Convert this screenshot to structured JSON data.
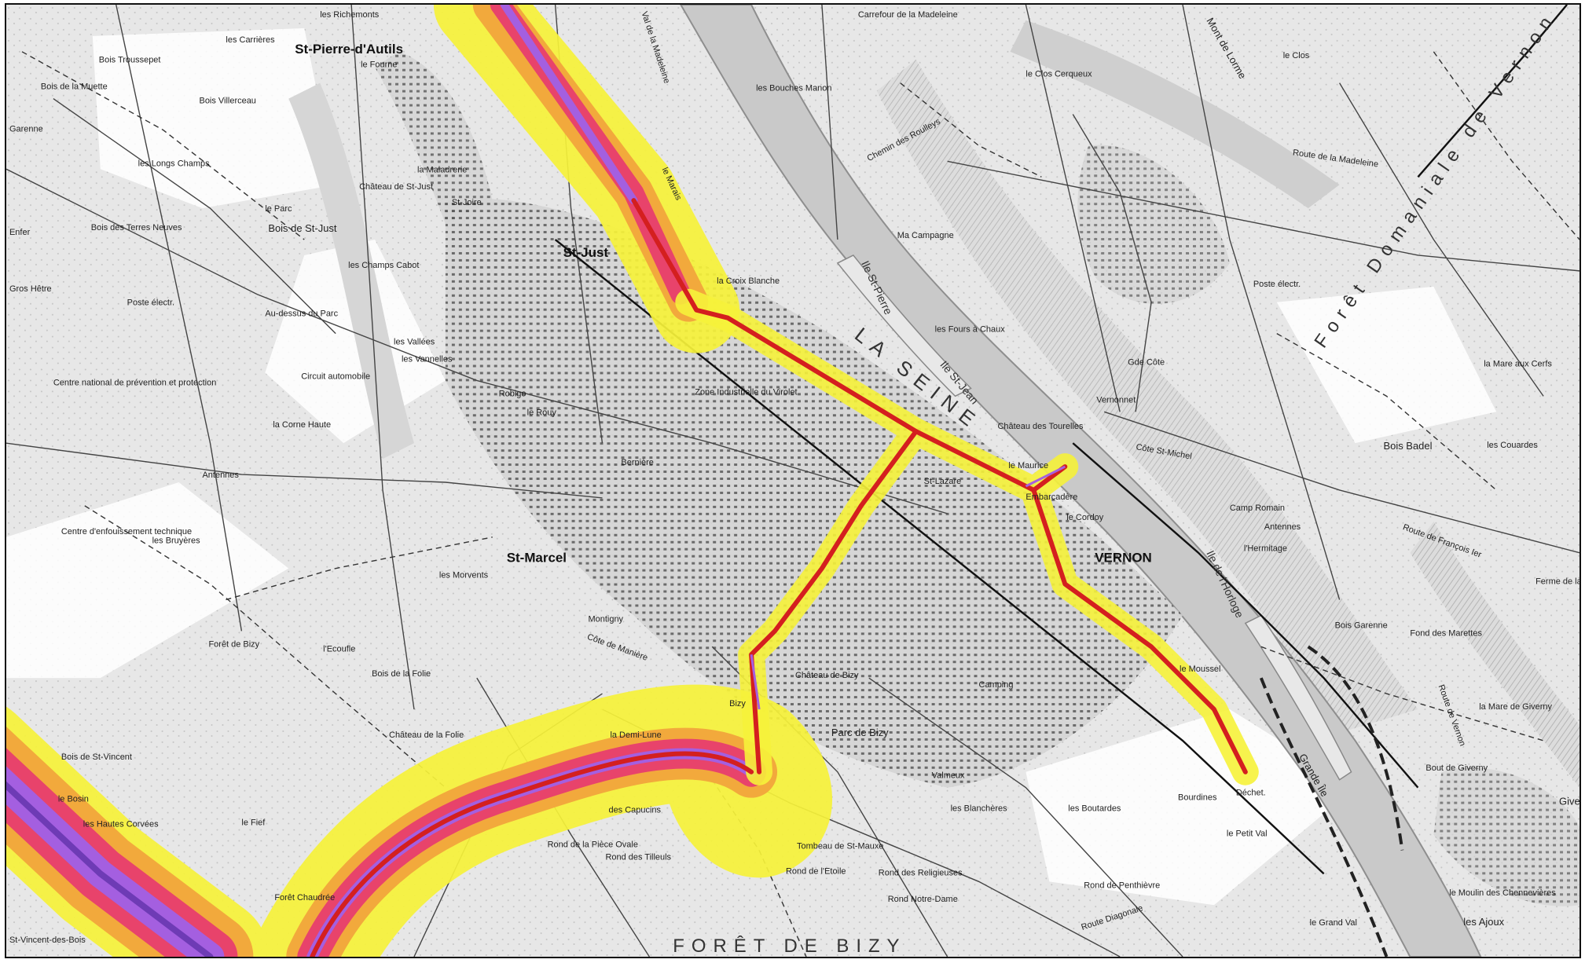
{
  "map": {
    "towns": [
      {
        "id": "st-pierre",
        "text": "St-Pierre-d'Autils"
      },
      {
        "id": "st-just",
        "text": "St-Just"
      },
      {
        "id": "st-marcel",
        "text": "St-Marcel"
      },
      {
        "id": "vernon",
        "text": "VERNON"
      }
    ],
    "areas": [
      {
        "id": "foret-bizy",
        "text": "FORÊT  DE  BIZY"
      },
      {
        "id": "la-seine",
        "text": "LA SEINE"
      },
      {
        "id": "foret-domaniale",
        "text": "Forêt  Domaniale  de  Vernon"
      },
      {
        "id": "ile-st-pierre",
        "text": "Ile St-Pierre"
      },
      {
        "id": "ile-st-jean",
        "text": "Ile St-Jean"
      },
      {
        "id": "ile-horloge",
        "text": "Ile de l'Horloge"
      }
    ],
    "places": [
      {
        "id": "p1",
        "text": "les Richemonts"
      },
      {
        "id": "p2",
        "text": "les Carrières"
      },
      {
        "id": "p3",
        "text": "Bois Troussepet"
      },
      {
        "id": "p4",
        "text": "Bois de la Muette"
      },
      {
        "id": "p5",
        "text": "Bois Villerceau"
      },
      {
        "id": "p6",
        "text": "Garenne"
      },
      {
        "id": "p7",
        "text": "les Longs Champs"
      },
      {
        "id": "p8",
        "text": "Château de St-Just"
      },
      {
        "id": "p9",
        "text": "St-Joire"
      },
      {
        "id": "p10",
        "text": "le Parc"
      },
      {
        "id": "p11",
        "text": "Bois de St-Just"
      },
      {
        "id": "p12",
        "text": "Bois des Terres Neuves"
      },
      {
        "id": "p13",
        "text": "Enfer"
      },
      {
        "id": "p14",
        "text": "les Champs Cabot"
      },
      {
        "id": "p15",
        "text": "Gros Hêtre"
      },
      {
        "id": "p16",
        "text": "Poste électr."
      },
      {
        "id": "p17",
        "text": "Au-dessus du Parc"
      },
      {
        "id": "p18",
        "text": "les Vallées"
      },
      {
        "id": "p19",
        "text": "les Vannelles"
      },
      {
        "id": "p20",
        "text": "Centre national de prévention et protection"
      },
      {
        "id": "p21",
        "text": "Circuit automobile"
      },
      {
        "id": "p22",
        "text": "la Corne Haute"
      },
      {
        "id": "p23",
        "text": "Antennes"
      },
      {
        "id": "p24",
        "text": "Robigo"
      },
      {
        "id": "p25",
        "text": "le Rouy"
      },
      {
        "id": "p26",
        "text": "Bernière"
      },
      {
        "id": "p27",
        "text": "Centre d'enfouissement technique"
      },
      {
        "id": "p28",
        "text": "les Bruyères"
      },
      {
        "id": "p29",
        "text": "les Morvents"
      },
      {
        "id": "p30",
        "text": "Montigny"
      },
      {
        "id": "p31",
        "text": "Forêt de Bizy"
      },
      {
        "id": "p32",
        "text": "l'Ecoufle"
      },
      {
        "id": "p33",
        "text": "Bois de la Folie"
      },
      {
        "id": "p34",
        "text": "Château de la Folie"
      },
      {
        "id": "p35",
        "text": "Bois de St-Vincent"
      },
      {
        "id": "p36",
        "text": "le Bosin"
      },
      {
        "id": "p37",
        "text": "les Hautes Corvées"
      },
      {
        "id": "p38",
        "text": "le Fief"
      },
      {
        "id": "p39",
        "text": "Forêt Chaudrée"
      },
      {
        "id": "p40",
        "text": "St-Vincent-des-Bois"
      },
      {
        "id": "p41",
        "text": "la Croix Blanche"
      },
      {
        "id": "p42",
        "text": "Zone Industrielle du Virolet"
      },
      {
        "id": "p43",
        "text": "les Bouches Manon"
      },
      {
        "id": "p44",
        "text": "Ma Campagne"
      },
      {
        "id": "p45",
        "text": "Chemin des Roulleys"
      },
      {
        "id": "p46",
        "text": "le Clos Cerqueux"
      },
      {
        "id": "p47",
        "text": "les Fours à Chaux"
      },
      {
        "id": "p48",
        "text": "Château des Tourelles"
      },
      {
        "id": "p49",
        "text": "Vernonnet"
      },
      {
        "id": "p50",
        "text": "le Clos"
      },
      {
        "id": "p51",
        "text": "Route de la Madeleine"
      },
      {
        "id": "p52",
        "text": "Poste électr."
      },
      {
        "id": "p53",
        "text": "la Mare aux Cerfs"
      },
      {
        "id": "p54",
        "text": "Bois Badel"
      },
      {
        "id": "p55",
        "text": "les Couardes"
      },
      {
        "id": "p56",
        "text": "Camp Romain"
      },
      {
        "id": "p57",
        "text": "Antennes"
      },
      {
        "id": "p58",
        "text": "l'Hermitage"
      },
      {
        "id": "p59",
        "text": "Route de François Ier"
      },
      {
        "id": "p60",
        "text": "Ferme de la Réserve"
      },
      {
        "id": "p61",
        "text": "Bois Garenne"
      },
      {
        "id": "p62",
        "text": "Fond des Marettes"
      },
      {
        "id": "p63",
        "text": "la Mare de Giverny"
      },
      {
        "id": "p64",
        "text": "Bout de Giverny"
      },
      {
        "id": "p65",
        "text": "le Moulin des Chennevières"
      },
      {
        "id": "p66",
        "text": "les Ajoux"
      },
      {
        "id": "p67",
        "text": "Giverny"
      },
      {
        "id": "p68",
        "text": "le Moussel"
      },
      {
        "id": "p69",
        "text": "Bourdines"
      },
      {
        "id": "p70",
        "text": "Déchet."
      },
      {
        "id": "p71",
        "text": "le Petit Val"
      },
      {
        "id": "p72",
        "text": "les Boutardes"
      },
      {
        "id": "p73",
        "text": "les Blanchères"
      },
      {
        "id": "p74",
        "text": "Valmeux"
      },
      {
        "id": "p75",
        "text": "Parc de Bizy"
      },
      {
        "id": "p76",
        "text": "Château de Bizy"
      },
      {
        "id": "p77",
        "text": "Bizy"
      },
      {
        "id": "p78",
        "text": "la Demi-Lune"
      },
      {
        "id": "p79",
        "text": "des Capucins"
      },
      {
        "id": "p80",
        "text": "Rond de la Pièce Ovale"
      },
      {
        "id": "p81",
        "text": "Rond des Tilleuls"
      },
      {
        "id": "p82",
        "text": "Tombeau de St-Mauxe"
      },
      {
        "id": "p83",
        "text": "Rond de l'Etoile"
      },
      {
        "id": "p84",
        "text": "Rond des Religieuses"
      },
      {
        "id": "p85",
        "text": "Rond Notre-Dame"
      },
      {
        "id": "p86",
        "text": "Rond de Penthièvre"
      },
      {
        "id": "p87",
        "text": "Route Diagonale"
      },
      {
        "id": "p88",
        "text": "Camping"
      },
      {
        "id": "p89",
        "text": "le Cordoy"
      },
      {
        "id": "p90",
        "text": "Embarcadère"
      },
      {
        "id": "p91",
        "text": "le Maurice"
      },
      {
        "id": "p92",
        "text": "St-Lazare"
      },
      {
        "id": "p93",
        "text": "Côte de Manière"
      },
      {
        "id": "p94",
        "text": "Côte St-Michel"
      },
      {
        "id": "p95",
        "text": "Gde Côte"
      },
      {
        "id": "p96",
        "text": "le Marais"
      },
      {
        "id": "p97",
        "text": "Val de la Madeleine"
      },
      {
        "id": "p98",
        "text": "Carrefour de la Madeleine"
      },
      {
        "id": "p99",
        "text": "le Fourne"
      },
      {
        "id": "p100",
        "text": "la Maladrerie"
      },
      {
        "id": "p101",
        "text": "Mont de Lorme"
      },
      {
        "id": "p102",
        "text": "le Grand Val"
      },
      {
        "id": "p103",
        "text": "Route de Vernon"
      },
      {
        "id": "p104",
        "text": "Grande Île"
      }
    ],
    "colors": {
      "band_outer": "#f6f23a",
      "band_mid": "#f2a93c",
      "band_inner": "#e8436b",
      "band_core": "#a45fe0",
      "route_line": "#d41f1f",
      "river": "#c9c9c9",
      "base": "#e9e9e9"
    }
  }
}
